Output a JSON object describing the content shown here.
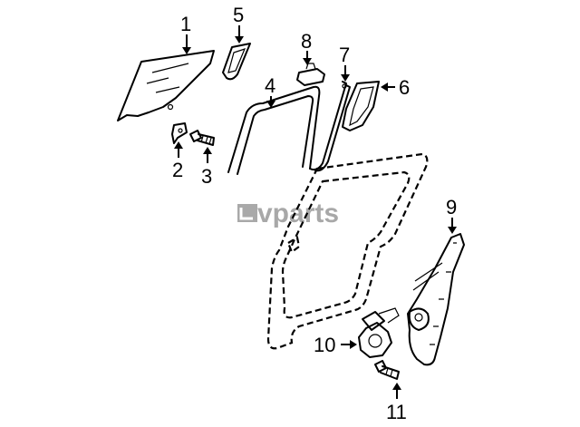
{
  "diagram": {
    "callouts": [
      {
        "id": "1",
        "label": "1"
      },
      {
        "id": "2",
        "label": "2"
      },
      {
        "id": "3",
        "label": "3"
      },
      {
        "id": "4",
        "label": "4"
      },
      {
        "id": "5",
        "label": "5"
      },
      {
        "id": "6",
        "label": "6"
      },
      {
        "id": "7",
        "label": "7"
      },
      {
        "id": "8",
        "label": "8"
      },
      {
        "id": "9",
        "label": "9"
      },
      {
        "id": "10",
        "label": "10"
      },
      {
        "id": "11",
        "label": "11"
      }
    ],
    "watermark": {
      "text": "vparts",
      "logo": "lv-logo"
    }
  }
}
